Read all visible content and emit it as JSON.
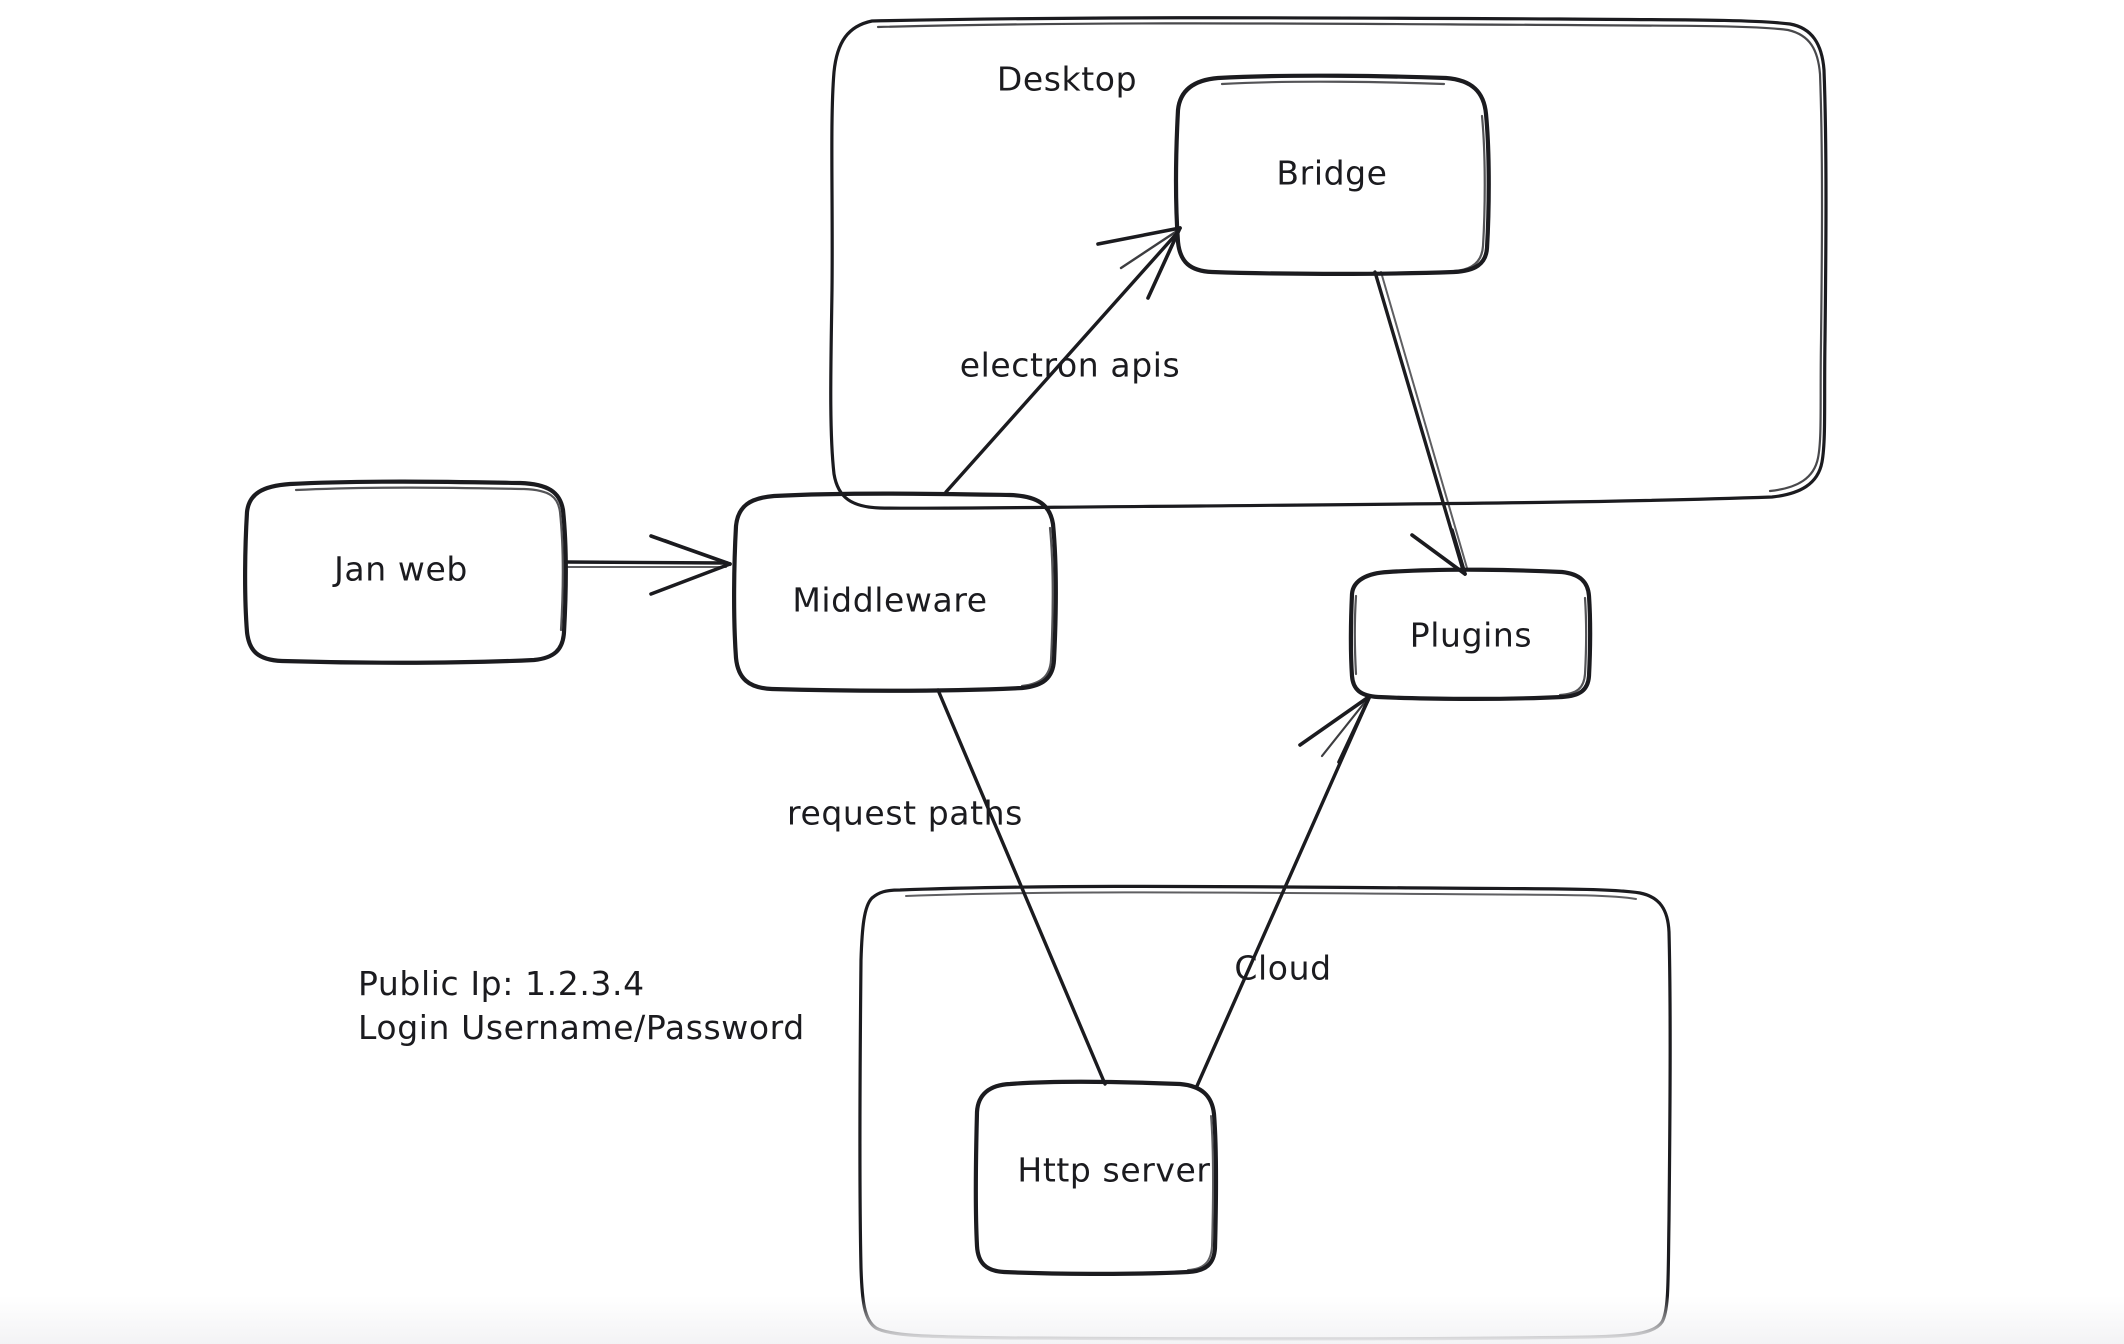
{
  "diagram": {
    "title": "Jan application architecture sketch",
    "style": "hand-drawn-whiteboard",
    "background_color": "#ffffff",
    "stroke_color": "#1b1b1f",
    "groups": [
      {
        "id": "desktop",
        "label": "Desktop"
      },
      {
        "id": "cloud",
        "label": ""
      }
    ],
    "nodes": [
      {
        "id": "jan-web",
        "label": "Jan web"
      },
      {
        "id": "middleware",
        "label": "Middleware"
      },
      {
        "id": "bridge",
        "label": "Bridge"
      },
      {
        "id": "plugins",
        "label": "Plugins"
      },
      {
        "id": "http-server",
        "label": "Http server"
      }
    ],
    "edges": [
      {
        "id": "janweb-to-middleware",
        "from": "Jan web",
        "to": "Middleware",
        "label": ""
      },
      {
        "id": "middleware-to-bridge",
        "from": "Middleware",
        "to": "Bridge",
        "label": "electron apis"
      },
      {
        "id": "bridge-to-plugins",
        "from": "Bridge",
        "to": "Plugins",
        "label": ""
      },
      {
        "id": "middleware-to-httpserver",
        "from": "Middleware",
        "to": "Http server",
        "label": "request paths"
      },
      {
        "id": "httpserver-to-plugins",
        "from": "Http server",
        "to": "Plugins",
        "label": "Cloud"
      }
    ],
    "notes": {
      "id": "connection-note",
      "lines": [
        "Public Ip: 1.2.3.4",
        "Login Username/Password"
      ]
    }
  }
}
